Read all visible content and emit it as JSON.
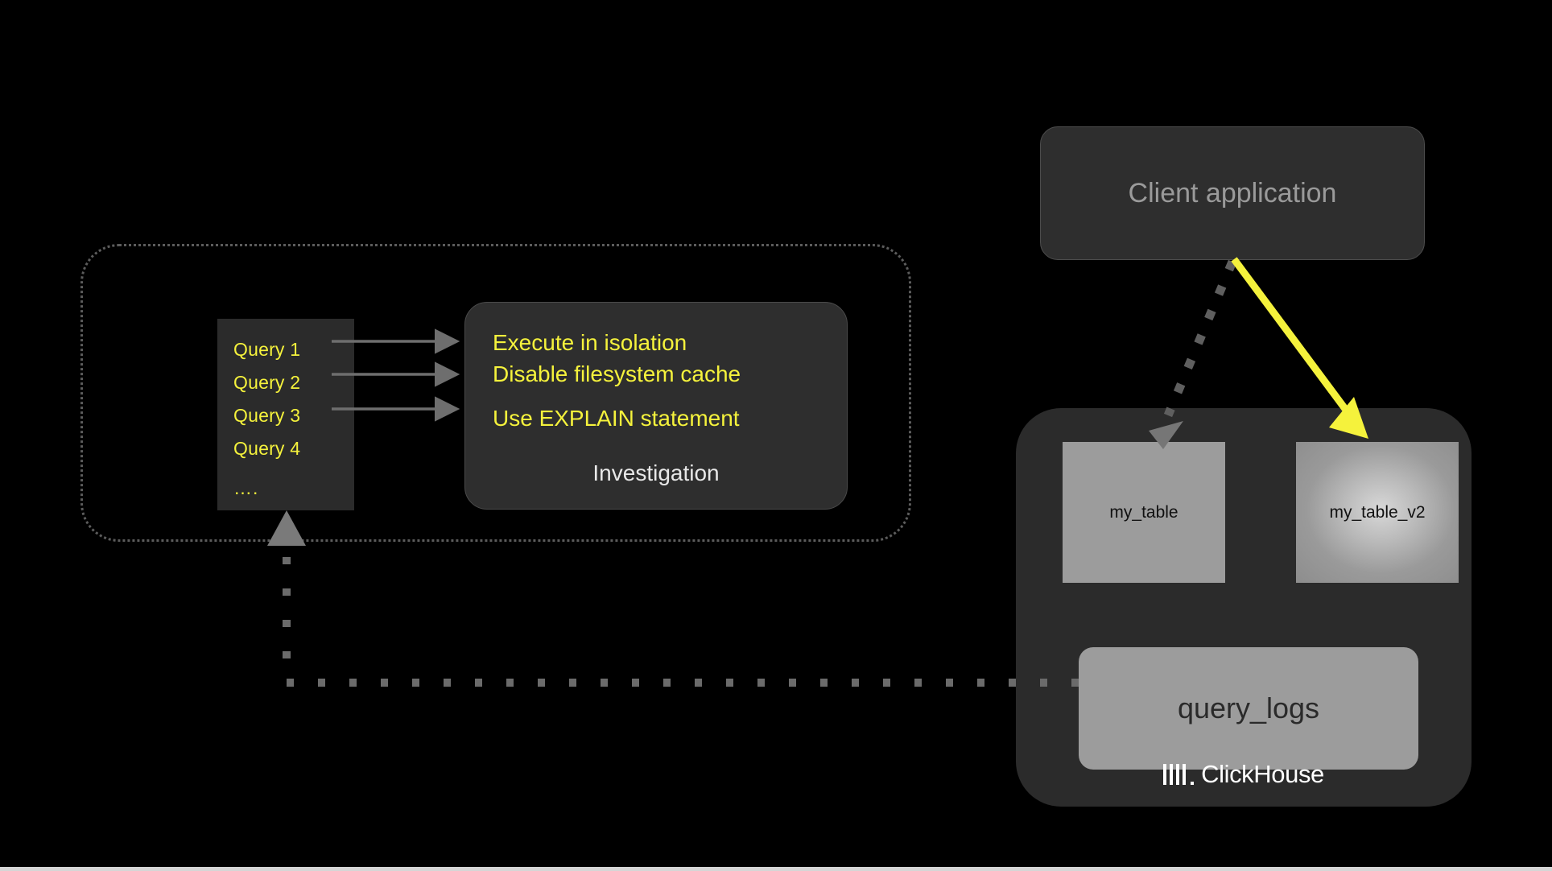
{
  "investigation_region": {
    "name": "investigation-scope"
  },
  "query_list": {
    "items": [
      "Query 1",
      "Query 2",
      "Query 3",
      "Query 4"
    ],
    "ellipsis": "…."
  },
  "investigation_card": {
    "tips": [
      "Execute in isolation",
      "Disable filesystem cache",
      "Use EXPLAIN statement"
    ],
    "title": "Investigation"
  },
  "client_application": {
    "label": "Client application"
  },
  "clickhouse_panel": {
    "tables": [
      {
        "label": "my_table"
      },
      {
        "label": "my_table_v2"
      }
    ],
    "query_logs": {
      "label": "query_logs"
    },
    "logo": {
      "wordmark": "ClickHouse",
      "icon": "clickhouse-bars-icon"
    }
  },
  "connectors": {
    "query_to_investigation": [
      {
        "name": "arrow-query-1"
      },
      {
        "name": "arrow-query-2"
      },
      {
        "name": "arrow-query-3"
      }
    ],
    "client_to_my_table": {
      "style": "dashed",
      "color": "#6b6b6b"
    },
    "client_to_my_table_v2": {
      "style": "solid",
      "color": "#f5f23c"
    },
    "query_logs_to_query_list": {
      "style": "dotted",
      "color": "#6b6b6b"
    }
  },
  "colors": {
    "background": "#000000",
    "panel": "#2b2b2b",
    "card": "#2e2e2e",
    "accent_yellow": "#f5f23c",
    "table_gray": "#9c9c9c",
    "muted_text": "#9a9a9a",
    "connector_gray": "#6b6b6b"
  }
}
